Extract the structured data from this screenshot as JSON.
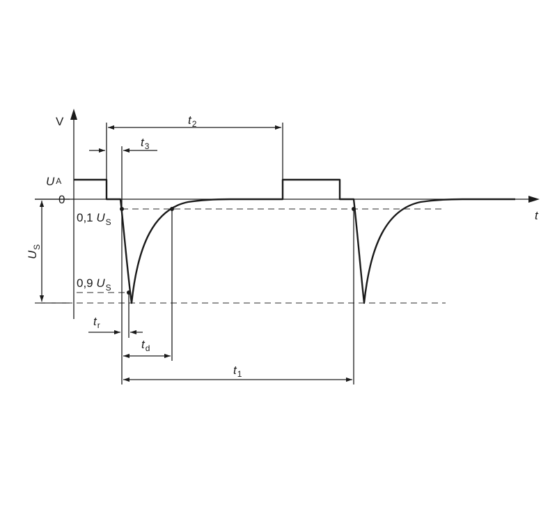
{
  "diagram": {
    "axes": {
      "y_unit": "V",
      "x_label": "t",
      "zero_label": "0"
    },
    "levels": {
      "ua": {
        "symbol": "U",
        "sub": "A"
      },
      "us": {
        "symbol": "U",
        "sub": "S"
      },
      "pct10": {
        "prefix": "0,1 ",
        "symbol": "U",
        "sub": "S"
      },
      "pct90": {
        "prefix": "0,9 ",
        "symbol": "U",
        "sub": "S"
      }
    },
    "intervals": {
      "t1": {
        "symbol": "t",
        "sub": "1"
      },
      "t2": {
        "symbol": "t",
        "sub": "2"
      },
      "t3": {
        "symbol": "t",
        "sub": "3"
      },
      "tr": {
        "symbol": "t",
        "sub": "r"
      },
      "td": {
        "symbol": "t",
        "sub": "d"
      }
    }
  }
}
